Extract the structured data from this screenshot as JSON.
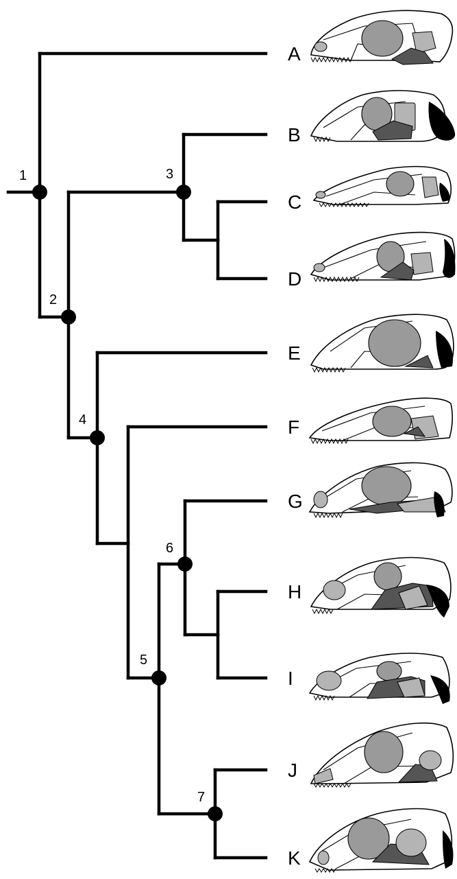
{
  "nodes": [
    "1",
    "2",
    "3",
    "4",
    "5",
    "6",
    "7"
  ],
  "taxa": [
    "A",
    "B",
    "C",
    "D",
    "E",
    "F",
    "G",
    "H",
    "I",
    "J",
    "K"
  ],
  "skull_icons": [
    "skull-icon",
    "skull-icon",
    "skull-icon",
    "skull-icon",
    "skull-icon",
    "skull-icon",
    "skull-icon",
    "skull-icon",
    "skull-icon",
    "skull-icon",
    "skull-icon"
  ],
  "colors": {
    "line": "#000000",
    "orbit": "#9a9a9a",
    "fenestra_dark": "#555555",
    "fenestra_light": "#b4b4b4",
    "background": "#ffffff"
  }
}
